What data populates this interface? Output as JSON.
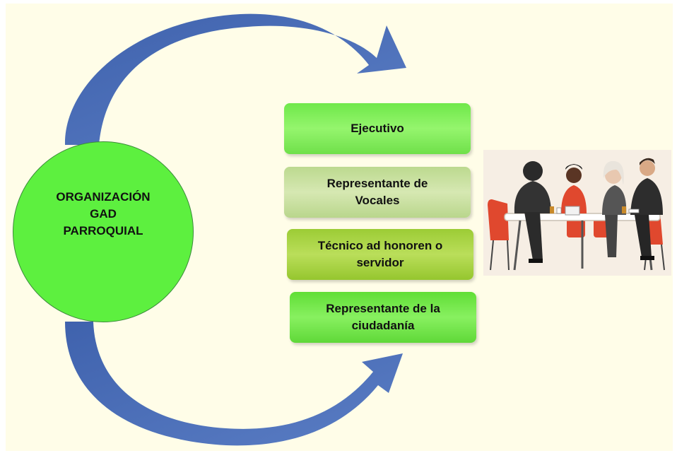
{
  "diagram": {
    "center_node": {
      "lines": [
        "ORGANIZACIÓN",
        "GAD",
        "PARROQUIAL"
      ]
    },
    "boxes": [
      {
        "lines": [
          "Ejecutivo"
        ]
      },
      {
        "lines": [
          "Representante de",
          "Vocales"
        ]
      },
      {
        "lines": [
          "Técnico ad honoren o",
          "servidor"
        ]
      },
      {
        "lines": [
          "Representante de la",
          "ciudadanía"
        ]
      }
    ],
    "arrow_color": "#4f71b8",
    "illustration": "team-meeting-illustration"
  }
}
